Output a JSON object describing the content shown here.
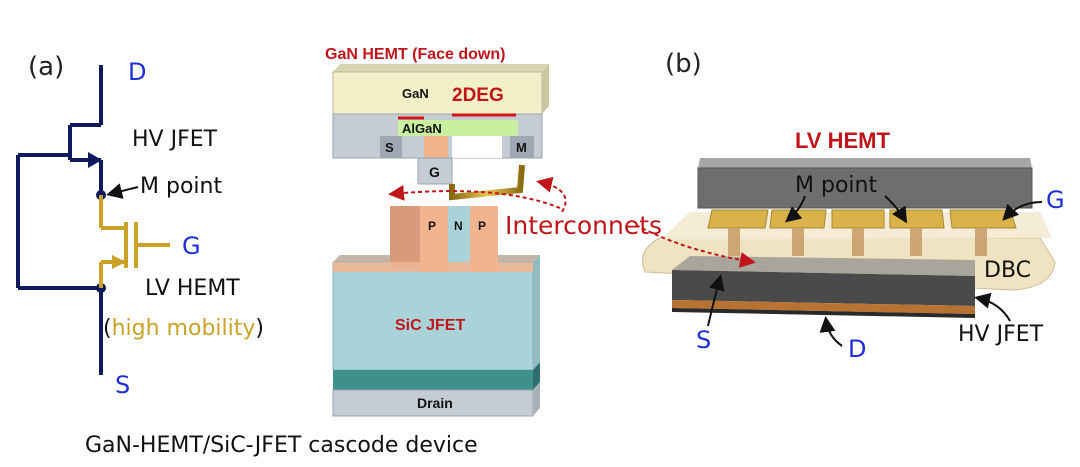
{
  "panel_a": {
    "tag": "(a)",
    "label_d": "D",
    "label_s": "S",
    "label_g": "G",
    "hv_jfet": "HV JFET",
    "m_point": "M point",
    "lv_hemt": "LV HEMT",
    "paren_open": "(",
    "high_mobility": "high mobility",
    "paren_close": ")"
  },
  "cross_section": {
    "gan_hemt_title": "GaN HEMT (Face down)",
    "gan": "GaN",
    "two_deg": "2DEG",
    "algan": "AlGaN",
    "s": "S",
    "m": "M",
    "g": "G",
    "p_left": "P",
    "n": "N",
    "p_right": "P",
    "interconnects": "Interconnets",
    "sic_jfet": "SiC JFET",
    "drain": "Drain",
    "caption": "GaN-HEMT/SiC-JFET cascode device"
  },
  "panel_b": {
    "tag": "(b)",
    "lv_hemt": "LV HEMT",
    "m_point": "M point",
    "g": "G",
    "dbc": "DBC",
    "s": "S",
    "d": "D",
    "hv_jfet": "HV JFET"
  },
  "colors": {
    "circuit_navy": "#0d1a5c",
    "gold": "#c9a227",
    "blue_label": "#1f2fd6",
    "dark_red": "#c0161b",
    "sic_teal": "#a9d3d8",
    "gan_yellow": "#f2f0c8",
    "algan_green": "#c8f0a0",
    "p_orange": "#f2b48f"
  }
}
